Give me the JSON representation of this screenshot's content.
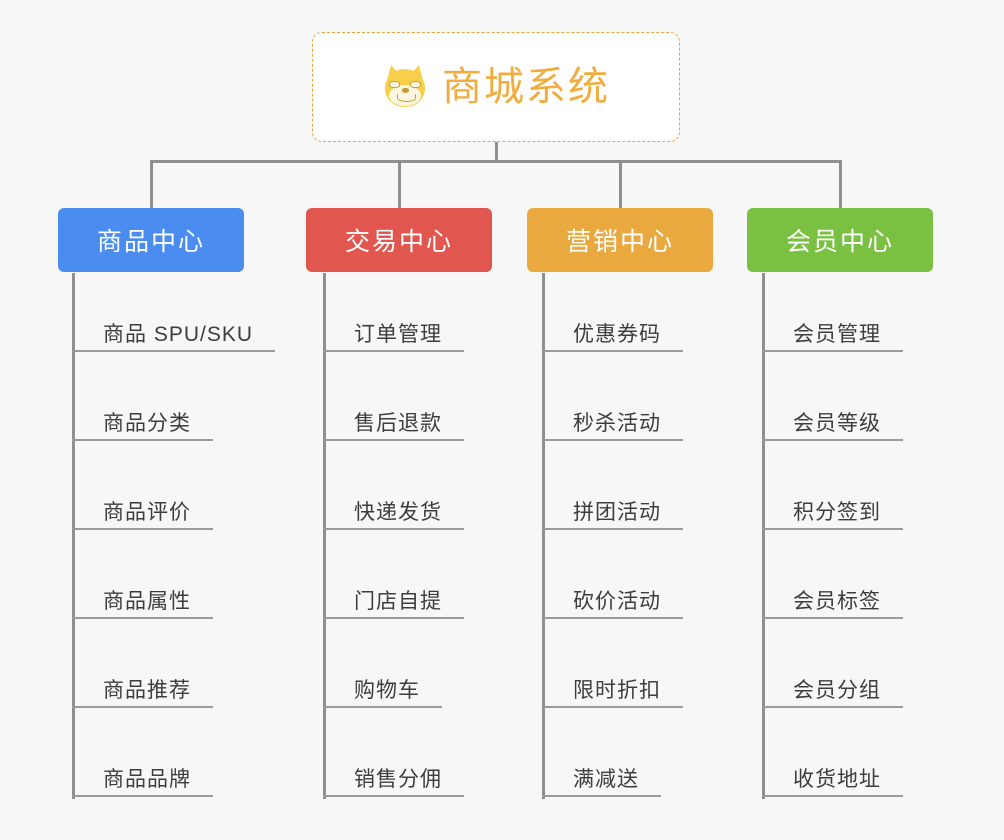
{
  "page": {
    "background_color": "#f7f7f7",
    "title": "商城系统"
  },
  "root": {
    "label": "商城系统",
    "icon": "shiba-dog-emoji",
    "text_color": "#f0ad3e",
    "border_color": "#e8a33d",
    "background": "#ffffff"
  },
  "connector_color": "#8f8f8f",
  "categories": [
    {
      "label": "商品中心",
      "color": "#4a8cf0",
      "items": [
        "商品 SPU/SKU",
        "商品分类",
        "商品评价",
        "商品属性",
        "商品推荐",
        "商品品牌"
      ]
    },
    {
      "label": "交易中心",
      "color": "#e1574f",
      "items": [
        "订单管理",
        "售后退款",
        "快递发货",
        "门店自提",
        "购物车",
        "销售分佣"
      ]
    },
    {
      "label": "营销中心",
      "color": "#eaa93f",
      "items": [
        "优惠券码",
        "秒杀活动",
        "拼团活动",
        "砍价活动",
        "限时折扣",
        "满减送"
      ]
    },
    {
      "label": "会员中心",
      "color": "#7ac142",
      "items": [
        "会员管理",
        "会员等级",
        "积分签到",
        "会员标签",
        "会员分组",
        "收货地址"
      ]
    }
  ]
}
